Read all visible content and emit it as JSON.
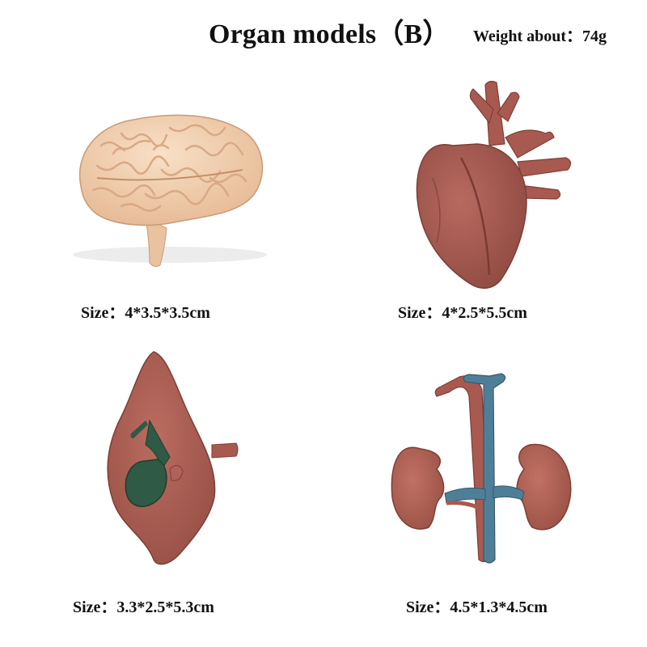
{
  "header": {
    "title": "Organ models（B）",
    "weight": "Weight about：74g"
  },
  "models": [
    {
      "organ": "brain",
      "size": "Size：4*3.5*3.5cm"
    },
    {
      "organ": "heart",
      "size": "Size：4*2.5*5.5cm"
    },
    {
      "organ": "liver",
      "size": "Size：3.3*2.5*5.3cm"
    },
    {
      "organ": "kidney",
      "size": "Size：4.5*1.3*4.5cm"
    }
  ],
  "colors": {
    "brain": "#f2cfae",
    "organ_red": "#a85a50",
    "gallbladder": "#2f5a45",
    "vein_blue": "#4f7f98"
  }
}
